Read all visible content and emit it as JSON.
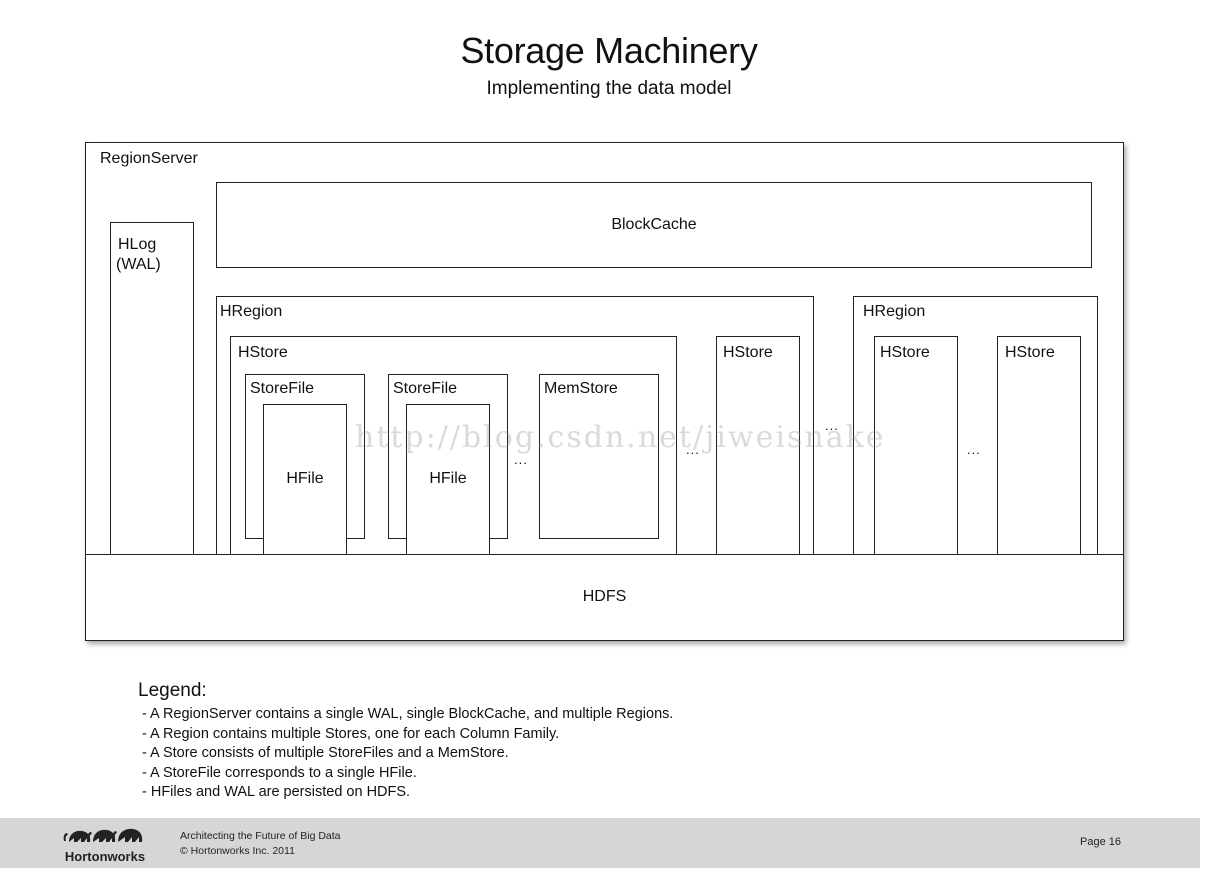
{
  "title": "Storage Machinery",
  "subtitle": "Implementing the data model",
  "diagram": {
    "region_server": "RegionServer",
    "hlog_line1": "HLog",
    "hlog_line2": "(WAL)",
    "block_cache": "BlockCache",
    "hregion_1": "HRegion",
    "hregion_2": "HRegion",
    "hstore_main": "HStore",
    "hstore_2": "HStore",
    "hstore_3": "HStore",
    "hstore_4": "HStore",
    "storefile_1": "StoreFile",
    "storefile_2": "StoreFile",
    "memstore": "MemStore",
    "hfile_1": "HFile",
    "hfile_2": "HFile",
    "ellipsis": "...",
    "hdfs": "HDFS"
  },
  "watermark": "http://blog.csdn.net/jiweisnake",
  "legend": {
    "title": "Legend:",
    "items": [
      "- A RegionServer contains a single WAL, single BlockCache, and multiple Regions.",
      "- A Region contains multiple Stores, one for each Column Family.",
      "- A Store consists of multiple StoreFiles and a MemStore.",
      "- A StoreFile corresponds to a single HFile.",
      "- HFiles and WAL are persisted on HDFS."
    ]
  },
  "footer": {
    "brand": "Hortonworks",
    "line1": "Architecting the Future of Big Data",
    "line2": "© Hortonworks Inc. 2011",
    "page": "Page 16"
  }
}
